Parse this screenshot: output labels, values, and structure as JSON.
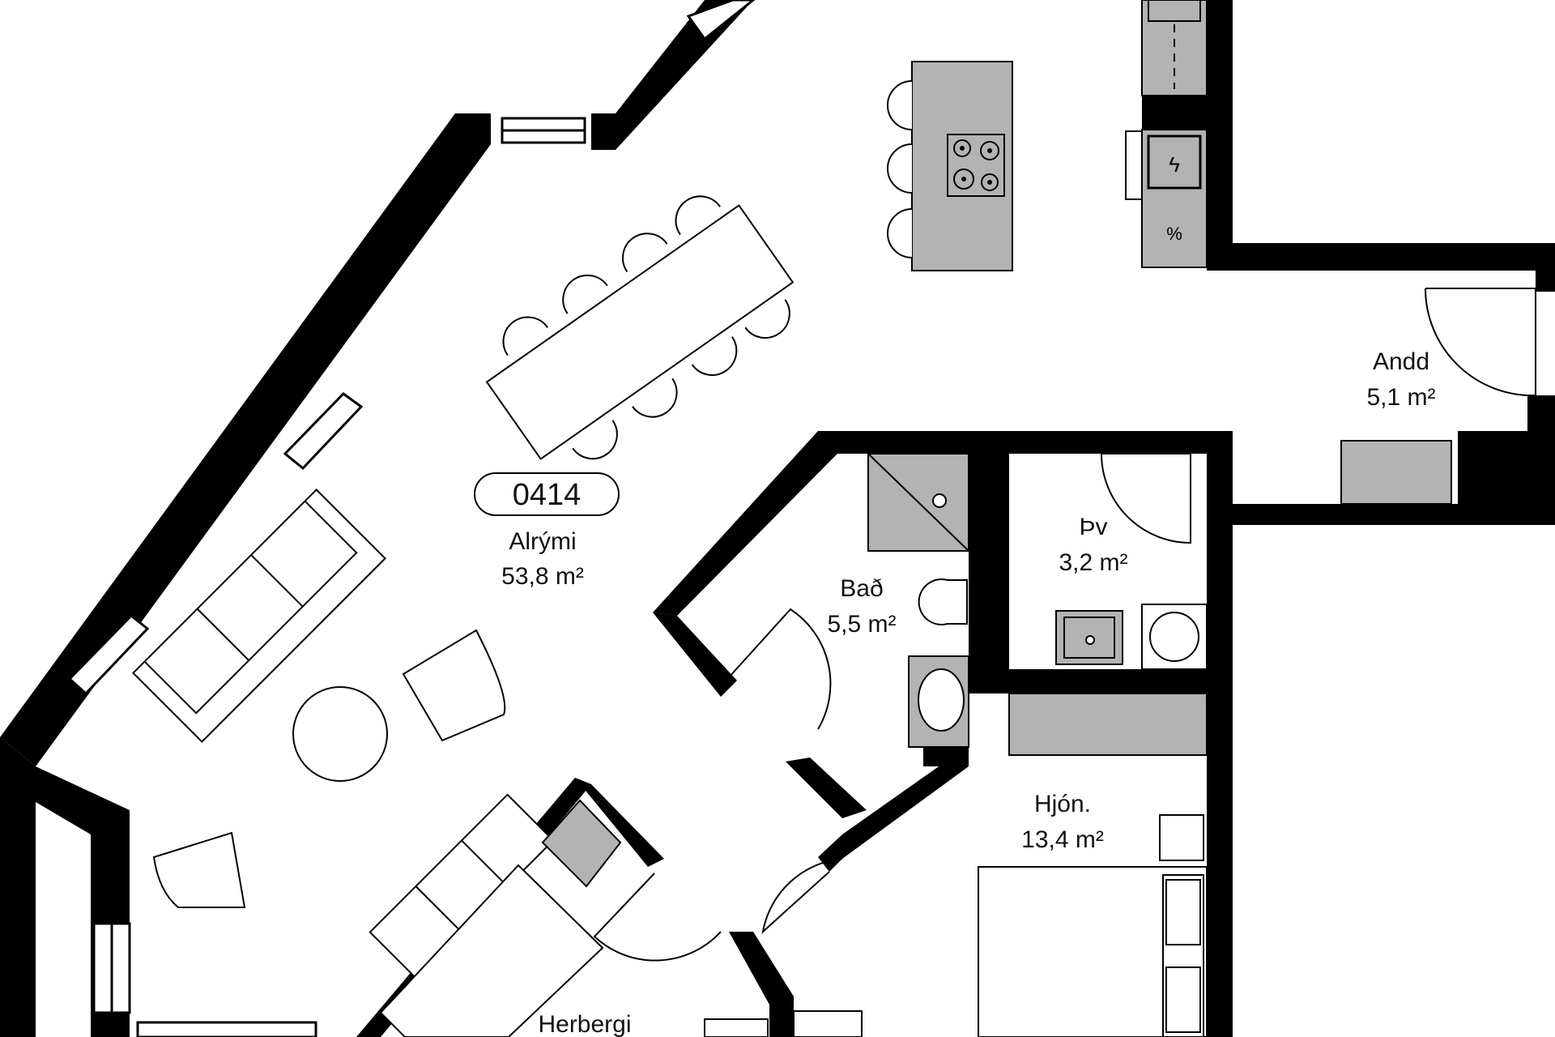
{
  "unit": {
    "number": "0414"
  },
  "rooms": {
    "alrymi": {
      "name": "Alrými",
      "area": "53,8 m²"
    },
    "andd": {
      "name": "Andd",
      "area": "5,1 m²"
    },
    "bad": {
      "name": "Bað",
      "area": "5,5 m²"
    },
    "thv": {
      "name": "Þv",
      "area": "3,2 m²"
    },
    "hjon": {
      "name": "Hjón.",
      "area": "13,4 m²"
    },
    "herbergi": {
      "name": "Herbergi"
    }
  },
  "colors": {
    "wall": "#000000",
    "fixture": "#b3b3b3",
    "line": "#222222",
    "background": "#ffffff"
  }
}
